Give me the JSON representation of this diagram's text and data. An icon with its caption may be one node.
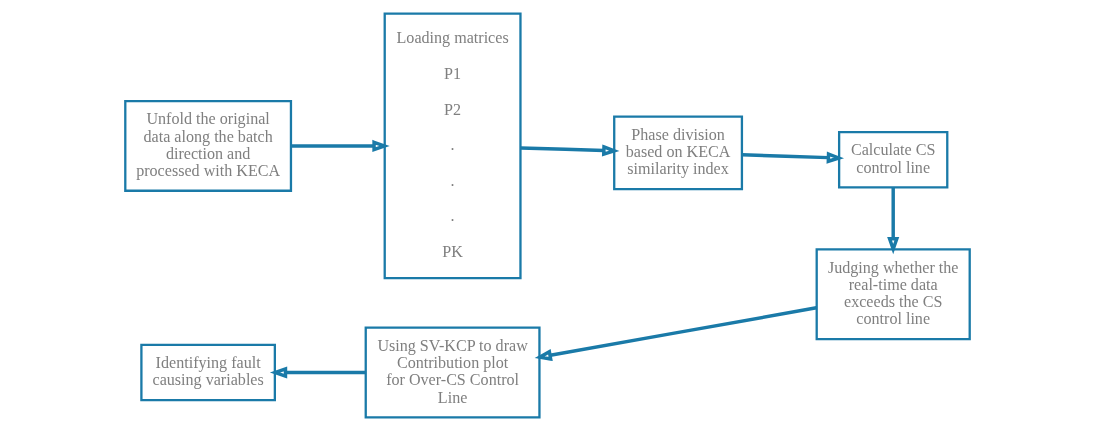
{
  "diagram": {
    "nodes": [
      {
        "text": [
          "Unfold the original data along the batch direction and processed with KECA"
        ]
      },
      {
        "text": [
          "Loading matrices",
          "P1",
          "P2",
          ".",
          ".",
          ".",
          "PK"
        ]
      },
      {
        "text": [
          "Phase division based on KECA similarity index"
        ]
      },
      {
        "text": [
          "Calculate CS control line"
        ]
      },
      {
        "text": [
          "Judging whether the real-time data exceeds the CS control line"
        ]
      },
      {
        "text": [
          "Using SV-KCP to draw Contribution plot for Over-CS Control Line"
        ]
      },
      {
        "text": [
          "Identifying fault causing variables"
        ]
      }
    ],
    "edges": [
      {
        "from": 0,
        "to": 1,
        "arrow": "to"
      },
      {
        "from": 1,
        "to": 2,
        "arrow": "to"
      },
      {
        "from": 2,
        "to": 3,
        "arrow": "to"
      },
      {
        "from": 3,
        "to": 4,
        "arrow": "to"
      },
      {
        "from": 4,
        "to": 5,
        "arrow": "to"
      },
      {
        "from": 5,
        "to": 6,
        "arrow": "to"
      }
    ]
  }
}
